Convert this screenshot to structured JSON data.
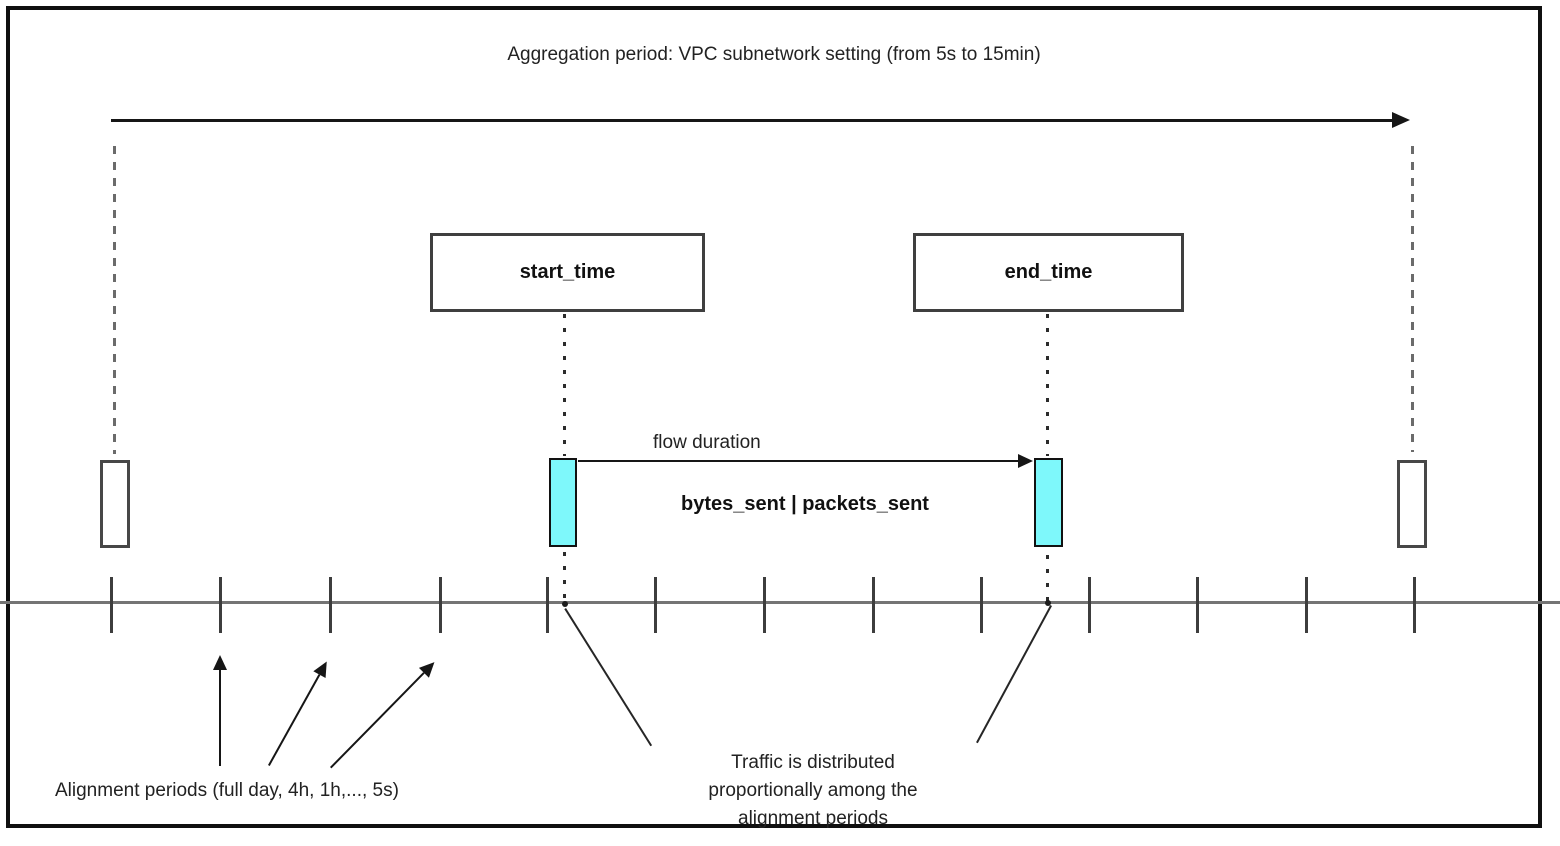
{
  "title": "Aggregation period: VPC subnetwork setting (from 5s to 15min)",
  "boxes": {
    "start_label": "start_time",
    "end_label": "end_time"
  },
  "labels": {
    "flow_duration": "flow duration",
    "metrics": "bytes_sent | packets_sent",
    "alignment_periods": "Alignment periods (full day, 4h, 1h,..., 5s)",
    "traffic_note": "Traffic is distributed proportionally among the alignment periods"
  },
  "colors": {
    "interval_bar_fill": "#7ef8fb",
    "line_gray": "#747474",
    "ink": "#161616"
  },
  "timeline": {
    "tick_xs": [
      110,
      219,
      329,
      439,
      546,
      654,
      763,
      872,
      980,
      1088,
      1196,
      1305,
      1413
    ]
  }
}
